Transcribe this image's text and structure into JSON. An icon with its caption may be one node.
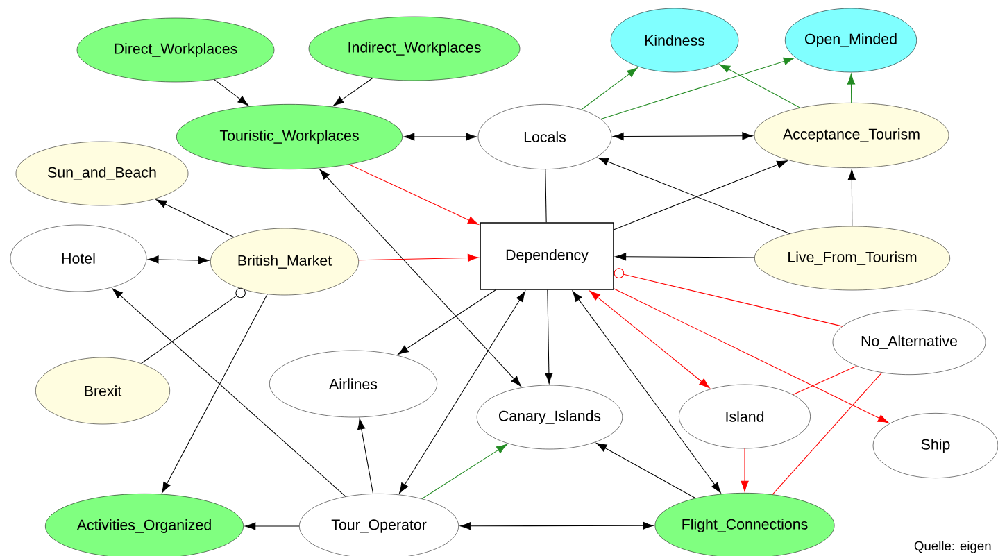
{
  "diagram": {
    "nodes": [
      {
        "text": [
          "Direct_Workplaces"
        ]
      },
      {
        "text": [
          "Indirect_Workplaces"
        ]
      },
      {
        "text": [
          "Kindness"
        ]
      },
      {
        "text": [
          "Open_Minded"
        ]
      },
      {
        "text": [
          "Touristic_Workplaces"
        ]
      },
      {
        "text": [
          "Locals"
        ]
      },
      {
        "text": [
          "Acceptance_Tourism"
        ]
      },
      {
        "text": [
          "Sun_and_Beach"
        ]
      },
      {
        "text": [
          "Hotel"
        ]
      },
      {
        "text": [
          "British_Market"
        ]
      },
      {
        "text": [
          "Dependency"
        ]
      },
      {
        "text": [
          "Live_From_Tourism"
        ]
      },
      {
        "text": [
          "No_Alternative"
        ]
      },
      {
        "text": [
          "Brexit"
        ]
      },
      {
        "text": [
          "Airlines"
        ]
      },
      {
        "text": [
          "Canary_Islands"
        ]
      },
      {
        "text": [
          "Island"
        ]
      },
      {
        "text": [
          "Ship"
        ]
      },
      {
        "text": [
          "Activities_Organized"
        ]
      },
      {
        "text": [
          "Tour_Operator"
        ]
      },
      {
        "text": [
          "Flight_Connections"
        ]
      }
    ],
    "edges": [
      {
        "from": 0,
        "to": 4,
        "arrow": "to"
      },
      {
        "from": 1,
        "to": 4,
        "arrow": "to"
      },
      {
        "from": 4,
        "to": 5,
        "arrow": "both"
      },
      {
        "from": 5,
        "to": 6,
        "arrow": "both"
      },
      {
        "from": 5,
        "to": 2,
        "arrow": "to",
        "color": "#228b22"
      },
      {
        "from": 5,
        "to": 3,
        "arrow": "to",
        "color": "#228b22"
      },
      {
        "from": 6,
        "to": 2,
        "arrow": "to",
        "color": "#228b22"
      },
      {
        "from": 6,
        "to": 3,
        "arrow": "to",
        "color": "#228b22"
      },
      {
        "from": 4,
        "to": 10,
        "arrow": "to",
        "color": "#ff0000"
      },
      {
        "from": 9,
        "to": 7,
        "arrow": "to"
      },
      {
        "from": 8,
        "to": 9,
        "arrow": "both"
      },
      {
        "from": 9,
        "to": 10,
        "arrow": "to",
        "color": "#ff0000"
      },
      {
        "from": 10,
        "to": 5,
        "arrow": "none"
      },
      {
        "from": 10,
        "to": 6,
        "arrow": "to"
      },
      {
        "from": 11,
        "to": 5,
        "arrow": "to"
      },
      {
        "from": 11,
        "to": 6,
        "arrow": "to"
      },
      {
        "from": 11,
        "to": 10,
        "arrow": "to"
      },
      {
        "from": 13,
        "to": 9,
        "arrow": "other"
      },
      {
        "from": 12,
        "to": 10,
        "arrow": "other",
        "color": "#ff0000"
      },
      {
        "from": 10,
        "to": 16,
        "arrow": "both",
        "color": "#ff0000"
      },
      {
        "from": 10,
        "to": 17,
        "arrow": "to",
        "color": "#ff0000"
      },
      {
        "from": 12,
        "to": 16,
        "arrow": "none",
        "color": "#ff0000"
      },
      {
        "from": 12,
        "to": 20,
        "arrow": "none",
        "color": "#ff0000"
      },
      {
        "from": 16,
        "to": 20,
        "arrow": "to",
        "color": "#ff0000"
      },
      {
        "from": 9,
        "to": 18,
        "arrow": "to"
      },
      {
        "from": 19,
        "to": 8,
        "arrow": "to"
      },
      {
        "from": 19,
        "to": 14,
        "arrow": "to"
      },
      {
        "from": 10,
        "to": 19,
        "arrow": "both"
      },
      {
        "from": 10,
        "to": 14,
        "arrow": "to"
      },
      {
        "from": 19,
        "to": 15,
        "arrow": "to",
        "color": "#228b22"
      },
      {
        "from": 19,
        "to": 20,
        "arrow": "both"
      },
      {
        "from": 20,
        "to": 15,
        "arrow": "to"
      },
      {
        "from": 10,
        "to": 20,
        "arrow": "both"
      },
      {
        "from": 10,
        "to": 15,
        "arrow": "to"
      },
      {
        "from": 4,
        "to": 15,
        "arrow": "both"
      },
      {
        "from": 19,
        "to": 18,
        "arrow": "to"
      }
    ],
    "labels": [
      "Quelle: eigen"
    ]
  }
}
